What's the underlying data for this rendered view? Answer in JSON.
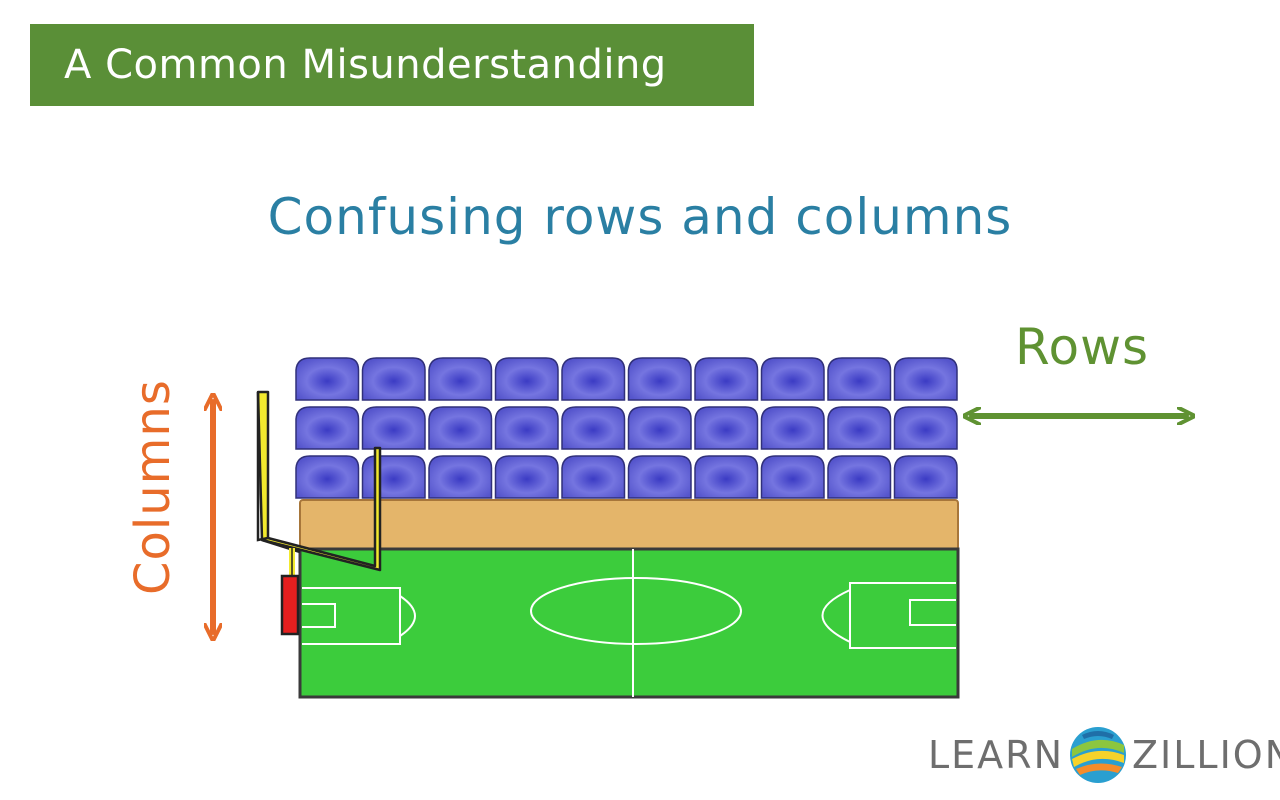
{
  "banner": {
    "text": "A Common Misunderstanding",
    "color": "#5a8f37"
  },
  "subtitle": {
    "text": "Confusing rows and columns",
    "color": "#2a7fa3"
  },
  "labels": {
    "rows": "Rows",
    "rows_color": "#5f9232",
    "columns": "Columns",
    "columns_color": "#e86c2a"
  },
  "illustration": {
    "seat_rows": 3,
    "seats_per_row": 10,
    "seat_color": "#6262d6",
    "ledge_color": "#e4b56a",
    "field_color": "#3ccc3c",
    "goalpost_color": "#f2e92e",
    "goalpost_base_color": "#e61f1f"
  },
  "logo": {
    "left": "LEARN",
    "right": "ZILLION",
    "icon": "learnzillion-swirl-icon"
  }
}
